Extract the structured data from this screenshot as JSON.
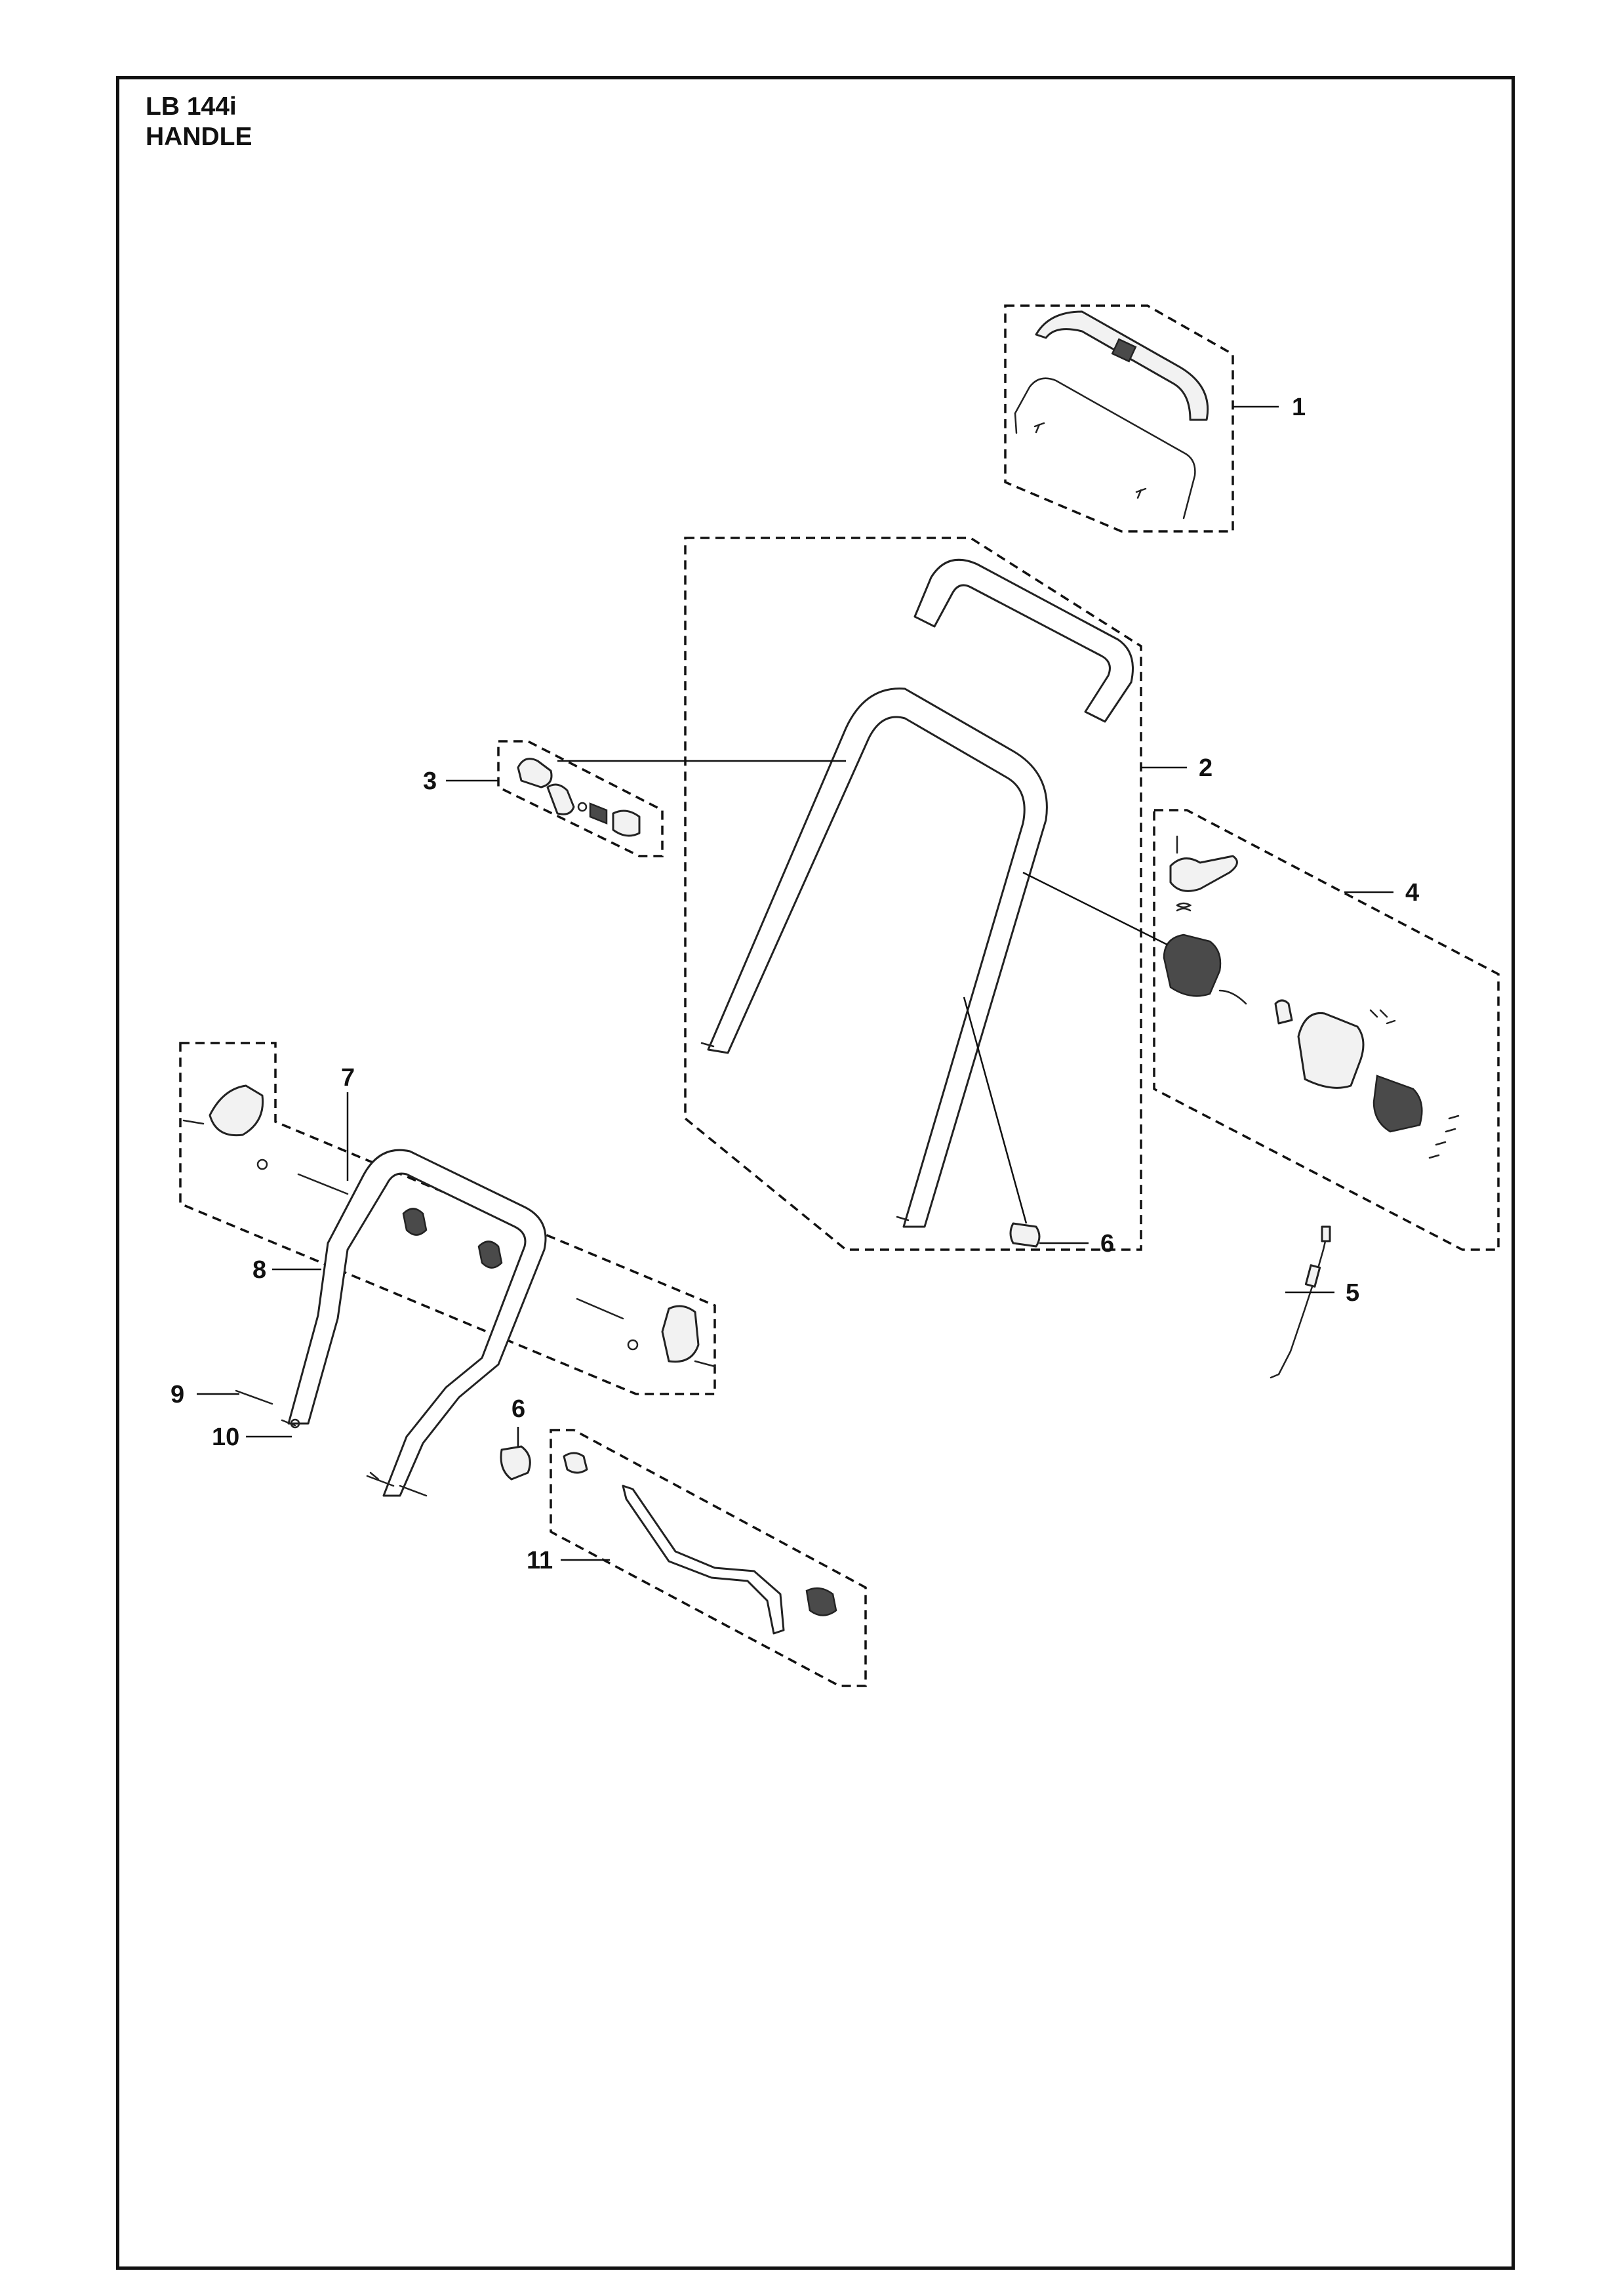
{
  "header": {
    "model": "LB 144i",
    "section": "HANDLE"
  },
  "callouts": [
    {
      "id": "c1",
      "label": "1"
    },
    {
      "id": "c2",
      "label": "2"
    },
    {
      "id": "c3",
      "label": "3"
    },
    {
      "id": "c4",
      "label": "4"
    },
    {
      "id": "c5",
      "label": "5"
    },
    {
      "id": "c6a",
      "label": "6"
    },
    {
      "id": "c6b",
      "label": "6"
    },
    {
      "id": "c7",
      "label": "7"
    },
    {
      "id": "c8",
      "label": "8"
    },
    {
      "id": "c9",
      "label": "9"
    },
    {
      "id": "c10",
      "label": "10"
    },
    {
      "id": "c11",
      "label": "11"
    }
  ],
  "colors": {
    "ink": "#111111",
    "background": "#ffffff",
    "part_fill": "#f2f2f2",
    "part_dark": "#4a4a4a"
  }
}
